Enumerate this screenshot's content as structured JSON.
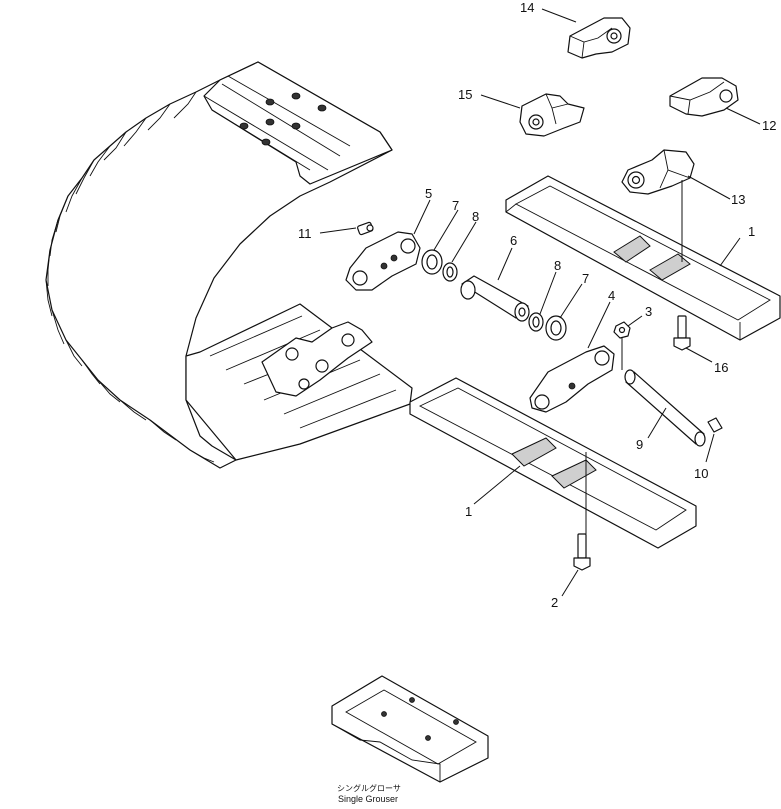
{
  "diagram": {
    "callouts": [
      {
        "id": "14",
        "text": "14"
      },
      {
        "id": "15",
        "text": "15"
      },
      {
        "id": "12",
        "text": "12"
      },
      {
        "id": "13",
        "text": "13"
      },
      {
        "id": "5",
        "text": "5"
      },
      {
        "id": "7a",
        "text": "7"
      },
      {
        "id": "8a",
        "text": "8"
      },
      {
        "id": "11",
        "text": "11"
      },
      {
        "id": "6",
        "text": "6"
      },
      {
        "id": "1a",
        "text": "1"
      },
      {
        "id": "8b",
        "text": "8"
      },
      {
        "id": "7b",
        "text": "7"
      },
      {
        "id": "4",
        "text": "4"
      },
      {
        "id": "3",
        "text": "3"
      },
      {
        "id": "16",
        "text": "16"
      },
      {
        "id": "9",
        "text": "9"
      },
      {
        "id": "10",
        "text": "10"
      },
      {
        "id": "1b",
        "text": "1"
      },
      {
        "id": "2",
        "text": "2"
      }
    ],
    "caption": {
      "japanese": "シングルグローサ",
      "english": "Single Grouser"
    }
  }
}
